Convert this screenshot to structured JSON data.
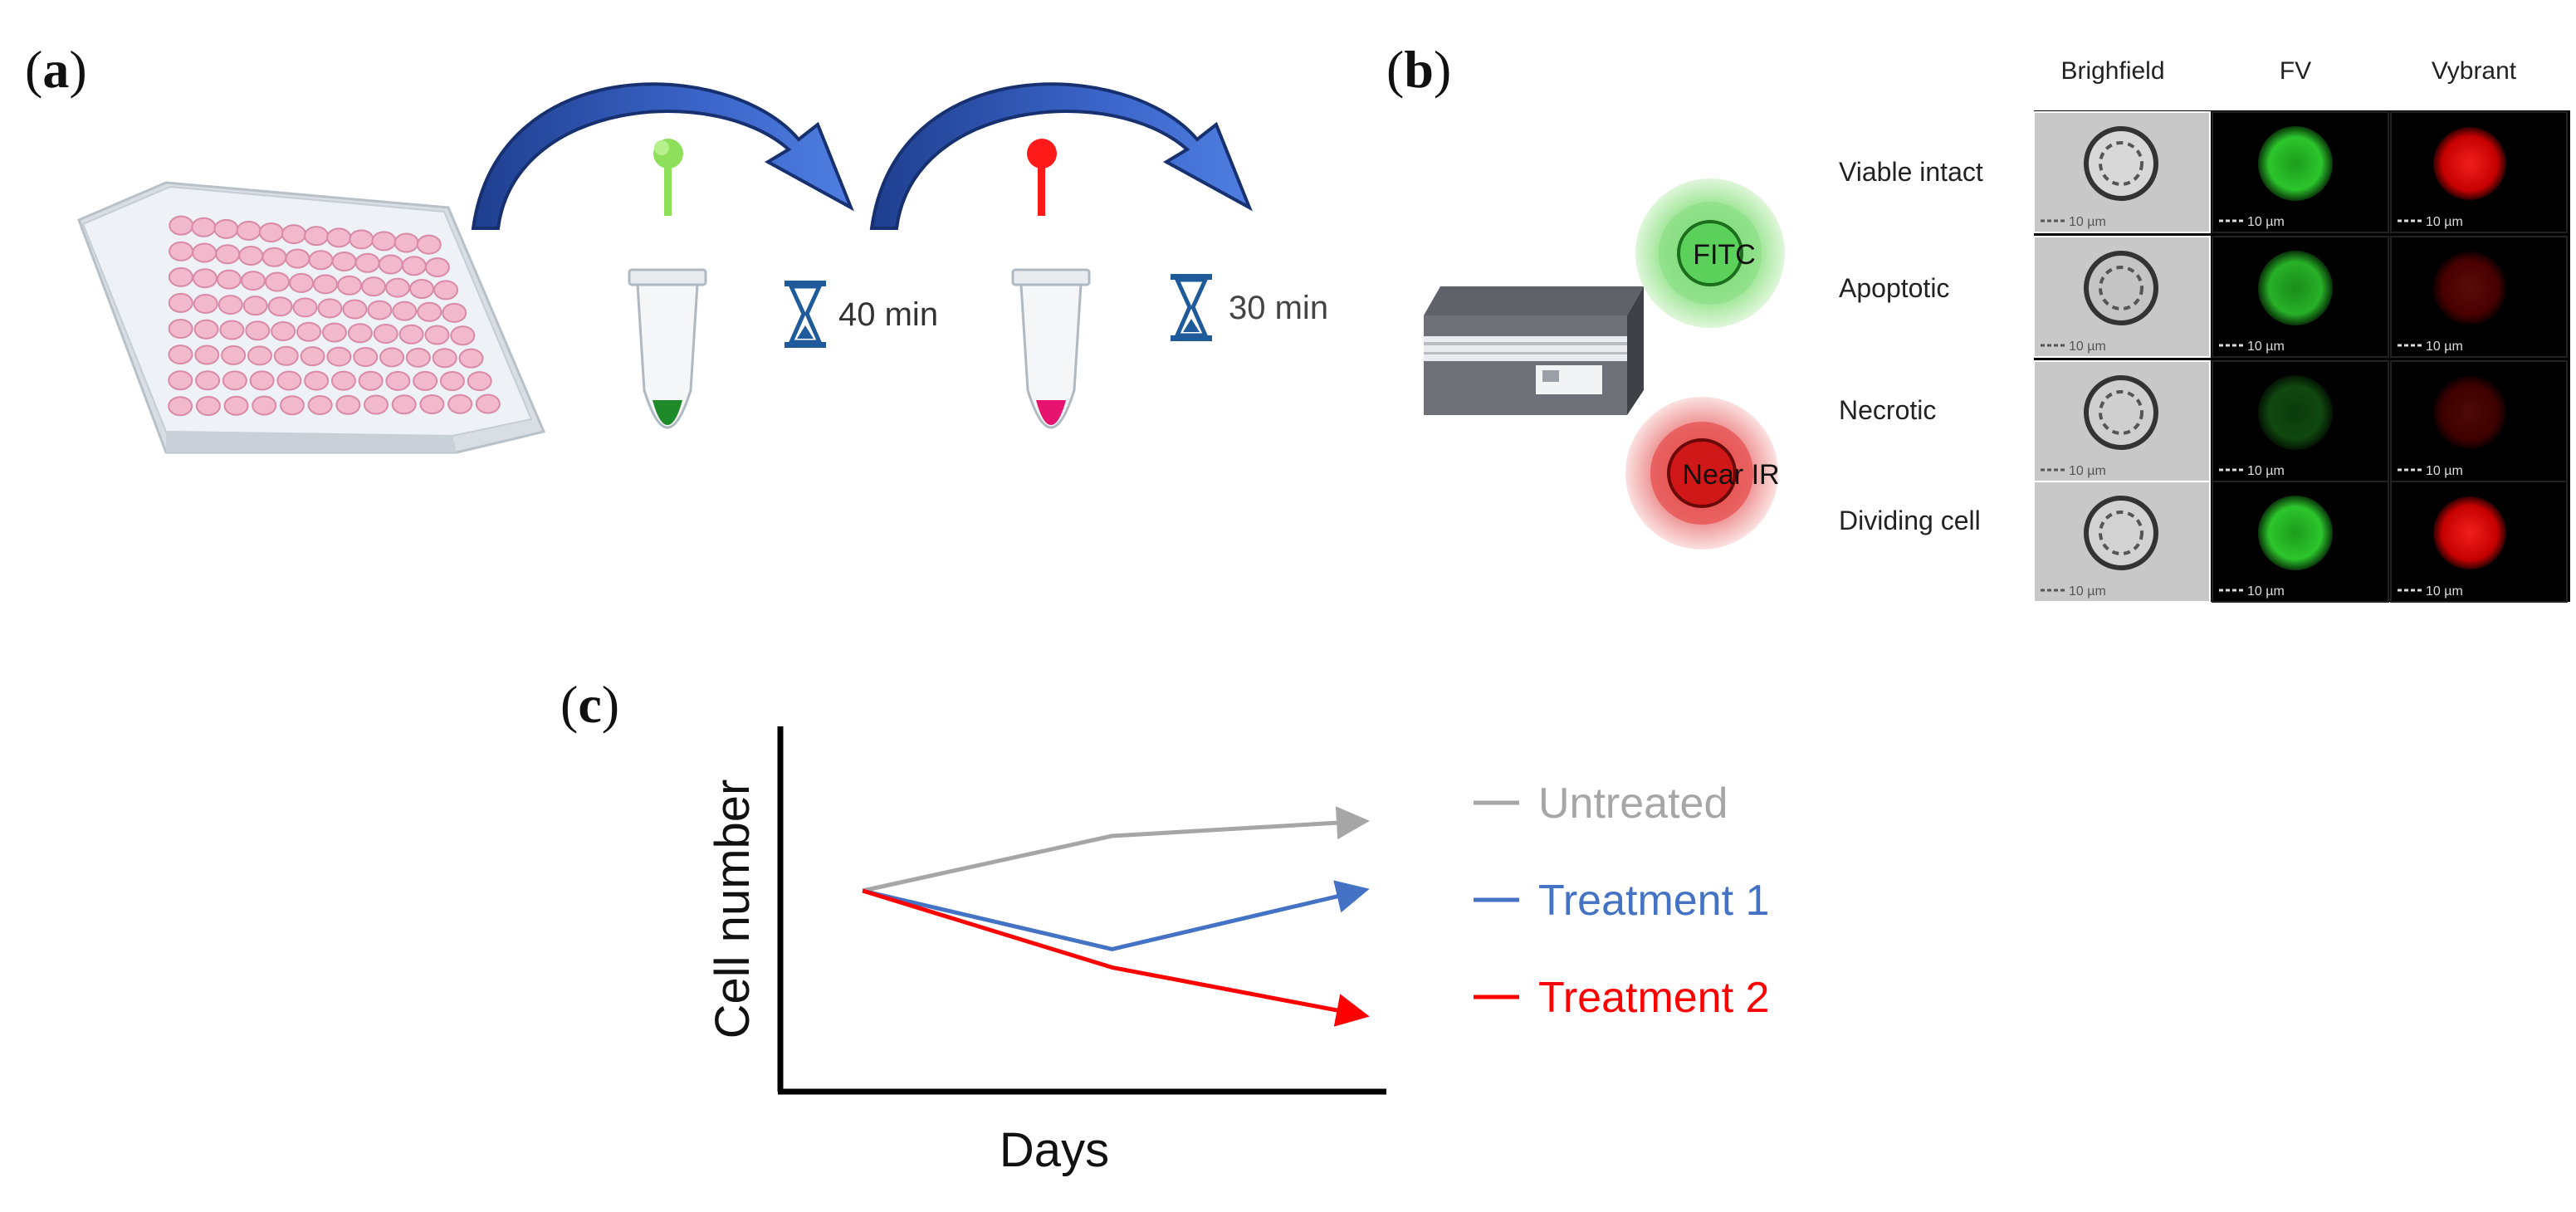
{
  "panels": {
    "a": {
      "label": "a",
      "steps": [
        {
          "time": "40 min"
        },
        {
          "time": "30 min"
        }
      ]
    },
    "b": {
      "label": "b",
      "channels": [
        {
          "name": "FITC"
        },
        {
          "name": "Near IR"
        }
      ],
      "columns": [
        "Brighfield",
        "FV",
        "Vybrant"
      ],
      "rows": [
        "Viable intact",
        "Apoptotic",
        "Necrotic",
        "Dividing cell"
      ],
      "scale_bar": "10 µm"
    },
    "c": {
      "label": "c"
    }
  },
  "chart_data": {
    "type": "line",
    "xlabel": "Days",
    "ylabel": "Cell number",
    "x": [
      0,
      1,
      2
    ],
    "xlim": [
      -0.33,
      2.1
    ],
    "ylim": [
      0,
      1
    ],
    "series": [
      {
        "name": "Untreated",
        "color": "#a6a6a6",
        "values": [
          0.55,
          0.7,
          0.74
        ]
      },
      {
        "name": "Treatment 1",
        "color": "#4472c4",
        "values": [
          0.55,
          0.39,
          0.55
        ]
      },
      {
        "name": "Treatment 2",
        "color": "#ff0000",
        "values": [
          0.55,
          0.34,
          0.21
        ]
      }
    ]
  }
}
